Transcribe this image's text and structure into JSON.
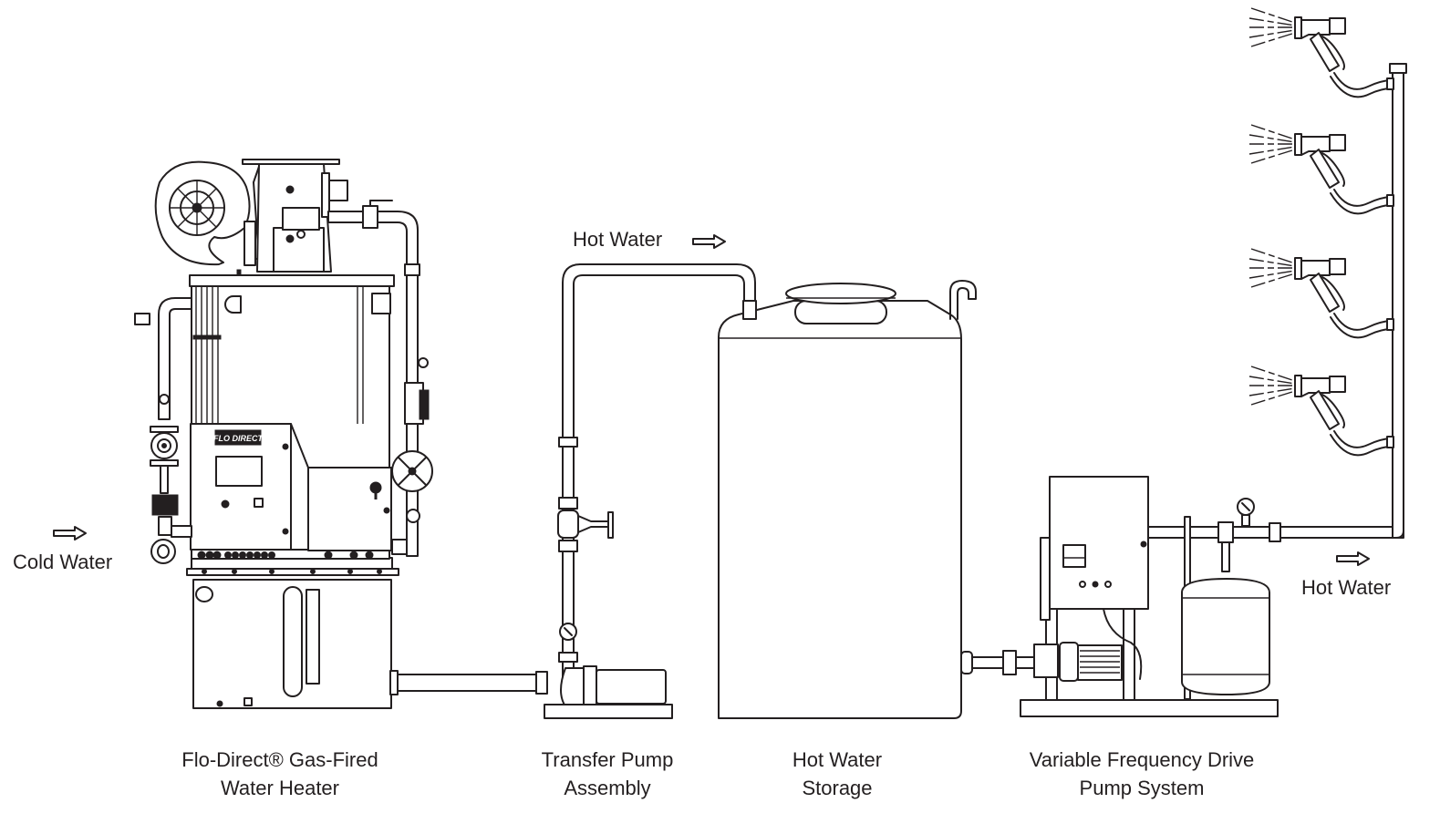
{
  "diagram": {
    "colors": {
      "line": "#231f20",
      "background": "#ffffff"
    },
    "components": [
      {
        "id": "water-heater",
        "label_line1": "Flo-Direct® Gas-Fired",
        "label_line2": "Water Heater",
        "panel_brand": "FLO DIRECT"
      },
      {
        "id": "transfer-pump",
        "label_line1": "Transfer Pump",
        "label_line2": "Assembly"
      },
      {
        "id": "storage-tank",
        "label_line1": "Hot Water",
        "label_line2": "Storage"
      },
      {
        "id": "vfd-pump",
        "label_line1": "Variable Frequency Drive",
        "label_line2": "Pump System"
      }
    ],
    "flows": [
      {
        "id": "cold-in",
        "label": "Cold Water",
        "arrow_icon": "right-arrow-icon"
      },
      {
        "id": "hot-to-tank",
        "label": "Hot Water",
        "arrow_icon": "right-arrow-icon"
      },
      {
        "id": "hot-out",
        "label": "Hot Water",
        "arrow_icon": "right-arrow-icon"
      }
    ],
    "spray_nozzle_count": 4
  }
}
